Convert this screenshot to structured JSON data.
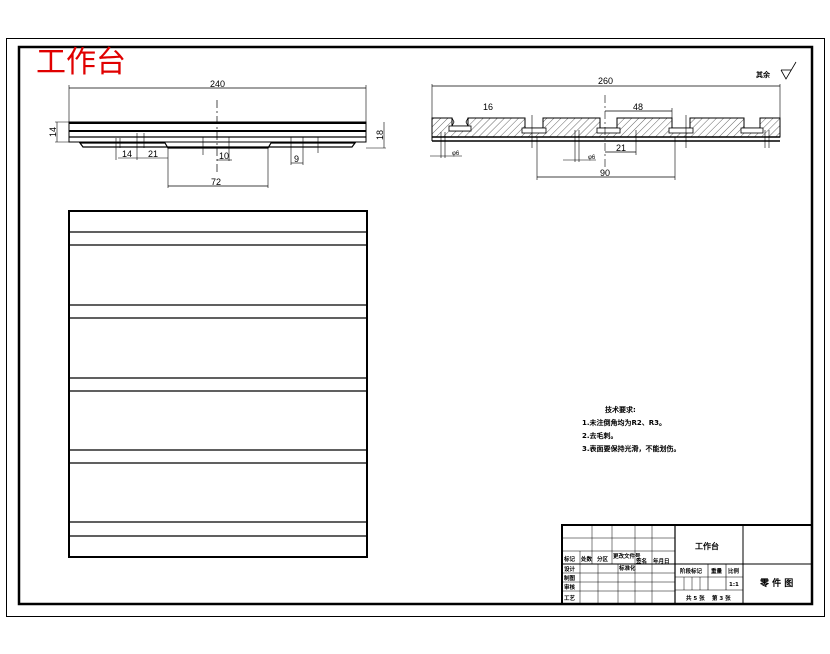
{
  "drawing_title": "工作台",
  "top_view": {
    "dimensions": {
      "overall_length": "240",
      "thickness": "14",
      "height": "18",
      "slot_width": "14",
      "slot_pitch": "21",
      "center_slot": "10",
      "hole": "9",
      "base_width": "72"
    }
  },
  "section_view": {
    "dimensions": {
      "overall_length": "260",
      "slot_depth": "16",
      "slot_pitch": "48",
      "slot_offset": "21",
      "base_width": "90",
      "hole_left": "φ6",
      "hole_mid": "φ6"
    }
  },
  "roughness": {
    "label": "其余",
    "symbol": "roughness-check-icon"
  },
  "technical_requirements": {
    "heading": "技术要求:",
    "items": [
      "1.未注倒角均为R2、R3。",
      "2.去毛刺。",
      "3.表面要保持光滑，不能划伤。"
    ]
  },
  "title_block": {
    "part_name": "工作台",
    "drawing_type": "零 件 图",
    "headers": [
      "标记",
      "处数",
      "分区",
      "更改文件号",
      "签名",
      "年月日"
    ],
    "roles": [
      "设计",
      "制图",
      "审核",
      "工艺"
    ],
    "standardization": "标准化",
    "stage_mark": "阶段标记",
    "weight": "重量",
    "scale_label": "比例",
    "scale": "1:1",
    "sheet_total": "共 5 张",
    "sheet_no": "第 3 张"
  }
}
